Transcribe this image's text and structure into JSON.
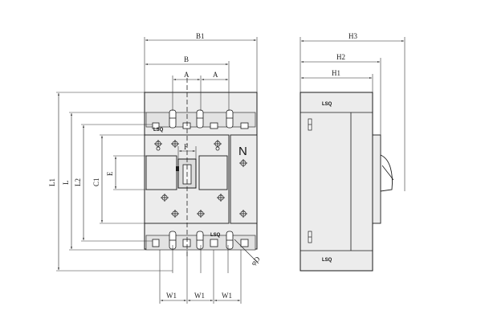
{
  "front_view": {
    "neutral_label": "N",
    "dimensions": {
      "b1": "B1",
      "b": "B",
      "a_left": "A",
      "a_right": "A",
      "l1": "L1",
      "l": "L",
      "l2": "L2",
      "c1": "C1",
      "e": "E",
      "f": "F",
      "w1_left": "W1",
      "w1_mid": "W1",
      "w1_right": "W1",
      "d": "φD"
    },
    "logos": [
      "LSQ",
      "LSQ"
    ]
  },
  "side_view": {
    "dimensions": {
      "h3": "H3",
      "h2": "H2",
      "h1": "H1"
    },
    "logos": [
      "LSQ",
      "LSQ"
    ]
  },
  "colors": {
    "body_fill": "#ebebeb",
    "line": "#1a1a1a",
    "thin_line": "#333333"
  }
}
